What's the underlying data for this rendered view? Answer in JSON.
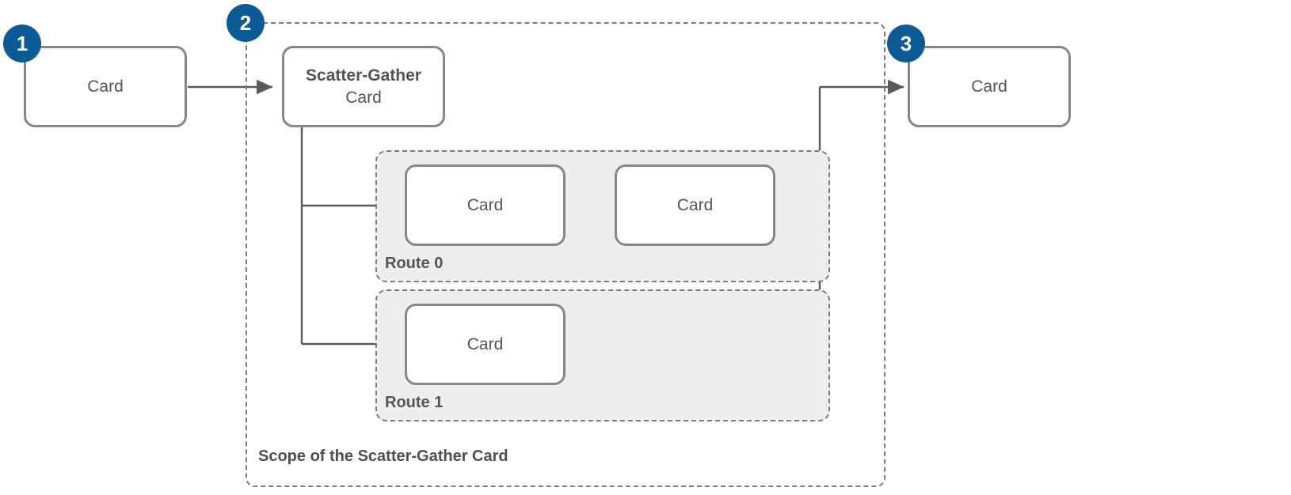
{
  "diagram": {
    "title_text": "Scope of the Scatter-Gather Card",
    "colors": {
      "badge_blue": "#0c5a96",
      "card_border_gray": "#878787",
      "text_gray": "#545454",
      "route_fill": "#eeeeee",
      "dash_gray": "#7b7b7b",
      "connector_gray": "#5a5a5a"
    },
    "badges": [
      {
        "id": "badge-1",
        "label": "1"
      },
      {
        "id": "badge-2",
        "label": "2"
      },
      {
        "id": "badge-3",
        "label": "3"
      }
    ],
    "cards": [
      {
        "id": "input-card",
        "title": "",
        "subtitle": "Card"
      },
      {
        "id": "scatter-gather-card",
        "title": "Scatter-Gather",
        "subtitle": "Card"
      },
      {
        "id": "output-card",
        "title": "",
        "subtitle": "Card"
      },
      {
        "id": "route0-card-1",
        "title": "",
        "subtitle": "Card"
      },
      {
        "id": "route0-card-2",
        "title": "",
        "subtitle": "Card"
      },
      {
        "id": "route1-card-1",
        "title": "",
        "subtitle": "Card"
      }
    ],
    "routes": [
      {
        "id": "route-0",
        "label": "Route 0",
        "card_count": 2
      },
      {
        "id": "route-1",
        "label": "Route 1",
        "card_count": 1
      }
    ]
  }
}
